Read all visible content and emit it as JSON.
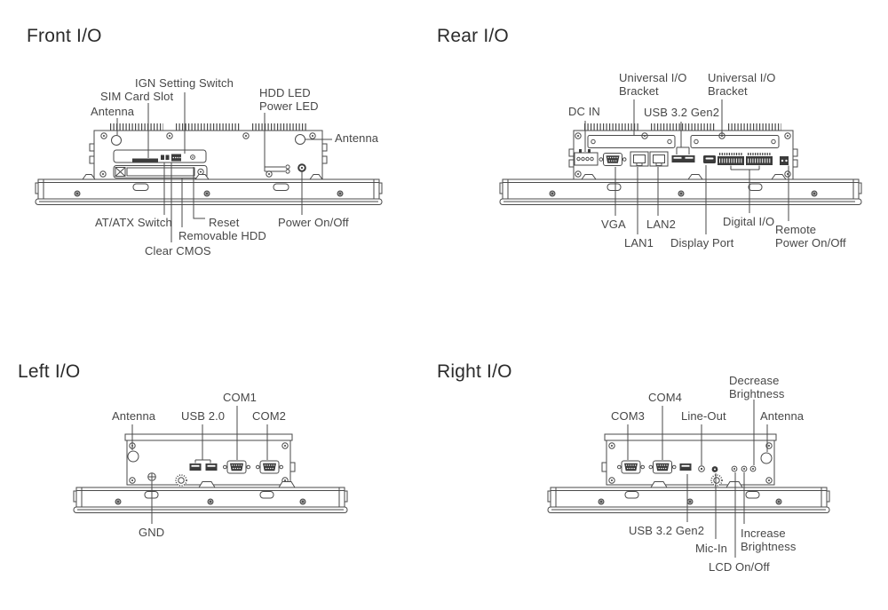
{
  "colors": {
    "background": "#ffffff",
    "line": "#4a4a4a",
    "label_text": "#474747",
    "title_text": "#2b2b2b",
    "connector_fill": "#3b3b3b"
  },
  "front": {
    "title": "Front I/O",
    "labels": {
      "ign_setting_switch": "IGN Setting Switch",
      "sim_card_slot": "SIM Card Slot",
      "antenna_left": "Antenna",
      "hdd_led": "HDD LED",
      "power_led": "Power LED",
      "antenna_right": "Antenna",
      "at_atx_switch": "AT/ATX Switch",
      "reset": "Reset",
      "removable_hdd": "Removable HDD",
      "clear_cmos": "Clear CMOS",
      "power_on_off": "Power On/Off"
    }
  },
  "rear": {
    "title": "Rear I/O",
    "labels": {
      "universal_io_bracket_1": "Universal I/O\nBracket",
      "universal_io_bracket_2": "Universal I/O\nBracket",
      "dc_in": "DC IN",
      "usb_32_gen2": "USB 3.2 Gen2",
      "vga": "VGA",
      "lan1": "LAN1",
      "lan2": "LAN2",
      "display_port": "Display Port",
      "digital_io": "Digital I/O",
      "remote_power_on_off": "Remote\nPower On/Off"
    }
  },
  "left": {
    "title": "Left I/O",
    "labels": {
      "com1": "COM1",
      "antenna": "Antenna",
      "usb_20": "USB 2.0",
      "com2": "COM2",
      "gnd": "GND"
    }
  },
  "right": {
    "title": "Right I/O",
    "labels": {
      "decrease_brightness": "Decrease\nBrightness",
      "com4": "COM4",
      "com3": "COM3",
      "line_out": "Line-Out",
      "antenna": "Antenna",
      "usb_32_gen2": "USB 3.2 Gen2",
      "mic_in": "Mic-In",
      "increase_brightness": "Increase\nBrightness",
      "lcd_on_off": "LCD On/Off"
    }
  }
}
